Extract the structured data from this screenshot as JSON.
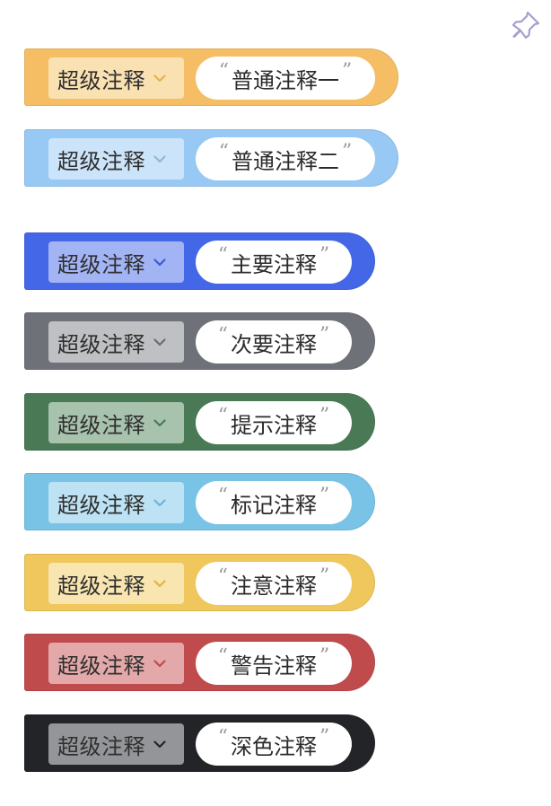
{
  "pin_icon": "pin-icon",
  "blocks": [
    {
      "id": "normal-1",
      "dropdown_label": "超级注释",
      "text": "普通注释一",
      "bg": "#f5be64",
      "dropdown_bg": "#fae1b1",
      "arrow": "#e6b24f"
    },
    {
      "id": "normal-2",
      "dropdown_label": "超级注释",
      "text": "普通注释二",
      "bg": "#97c9f4",
      "dropdown_bg": "#cce4fa",
      "arrow": "#8ab9e0"
    },
    {
      "id": "primary",
      "dropdown_label": "超级注释",
      "text": "主要注释",
      "bg": "#4467e8",
      "dropdown_bg": "#a3b4f4",
      "arrow": "#3c5ad0"
    },
    {
      "id": "secondary",
      "dropdown_label": "超级注释",
      "text": "次要注释",
      "bg": "#6e7177",
      "dropdown_bg": "#bfc0c3",
      "arrow": "#6a6d72"
    },
    {
      "id": "success",
      "dropdown_label": "超级注释",
      "text": "提示注释",
      "bg": "#4a7a55",
      "dropdown_bg": "#a7c2ad",
      "arrow": "#4a7a55"
    },
    {
      "id": "info",
      "dropdown_label": "超级注释",
      "text": "标记注释",
      "bg": "#78c3e6",
      "dropdown_bg": "#bde2f3",
      "arrow": "#6fb5d6"
    },
    {
      "id": "warning",
      "dropdown_label": "超级注释",
      "text": "注意注释",
      "bg": "#f0c75c",
      "dropdown_bg": "#f8e5b0",
      "arrow": "#e0b545"
    },
    {
      "id": "danger",
      "dropdown_label": "超级注释",
      "text": "警告注释",
      "bg": "#c04b4d",
      "dropdown_bg": "#e3a8a9",
      "arrow": "#c04b4d"
    },
    {
      "id": "dark",
      "dropdown_label": "超级注释",
      "text": "深色注释",
      "bg": "#232427",
      "dropdown_bg": "#949598",
      "arrow": "#232427"
    }
  ],
  "quote_open": "“",
  "quote_close": "”"
}
